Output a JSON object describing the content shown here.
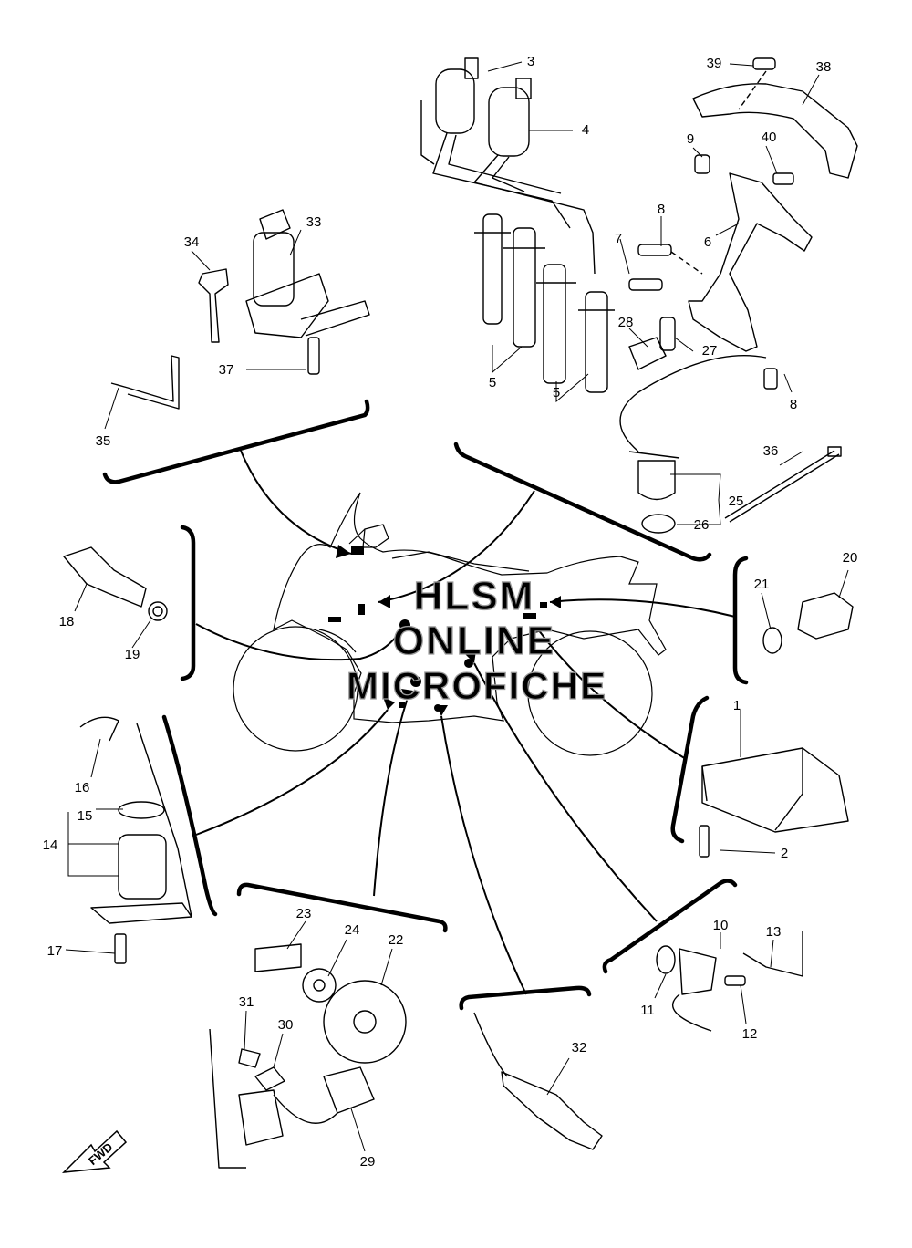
{
  "watermark": {
    "line1": "HLSM",
    "line2": "ONLINE",
    "line3": "MICROFICHE"
  },
  "fwd_label": "FWD",
  "callouts": [
    "1",
    "2",
    "3",
    "4",
    "5",
    "6",
    "7",
    "8",
    "9",
    "10",
    "11",
    "12",
    "13",
    "14",
    "15",
    "16",
    "17",
    "18",
    "19",
    "20",
    "21",
    "22",
    "23",
    "24",
    "25",
    "26",
    "27",
    "28",
    "29",
    "30",
    "31",
    "32",
    "33",
    "34",
    "35",
    "36",
    "37",
    "38",
    "39",
    "40"
  ]
}
